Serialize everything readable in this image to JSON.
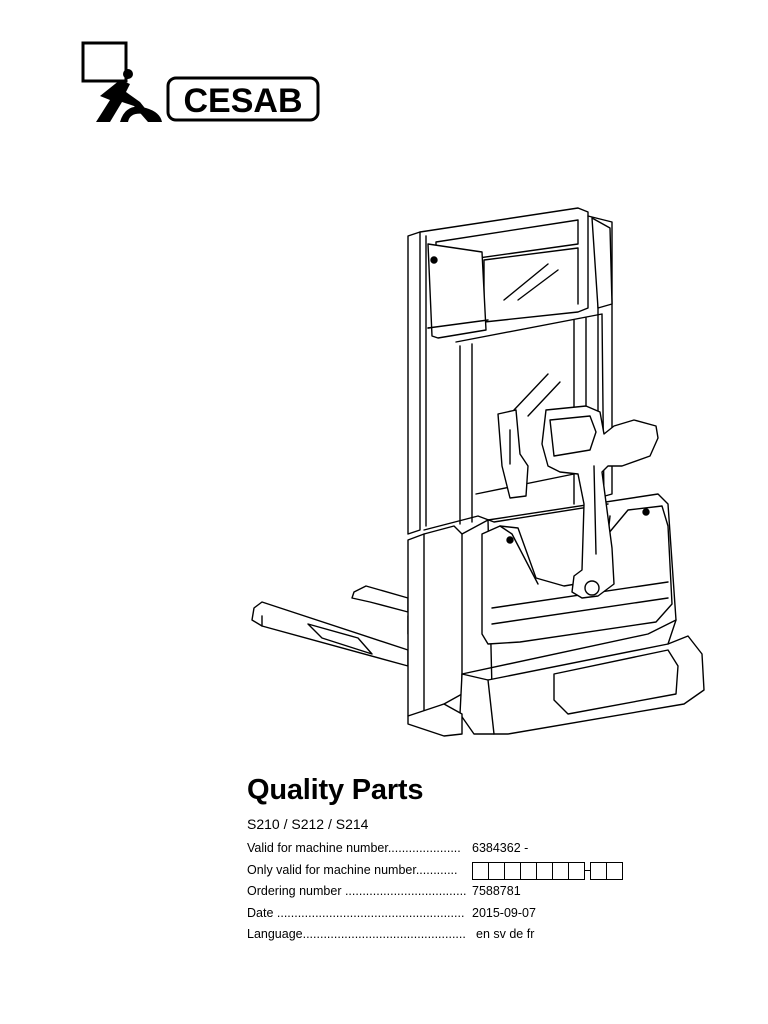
{
  "brand": {
    "name": "CESAB"
  },
  "title": "Quality Parts",
  "models": "S210 / S212 / S214",
  "specs": [
    {
      "label": "Valid for machine number.....................",
      "value": "6384362 -"
    },
    {
      "label": "Only valid for machine number............",
      "value": ""
    },
    {
      "label": "Ordering number ...................................",
      "value": "7588781"
    },
    {
      "label": "Date ......................................................",
      "value": "2015-09-07"
    },
    {
      "label": "Language...............................................",
      "value": "en sv de fr"
    }
  ],
  "machine_number_boxes": {
    "first_group": 7,
    "second_group": 2
  }
}
